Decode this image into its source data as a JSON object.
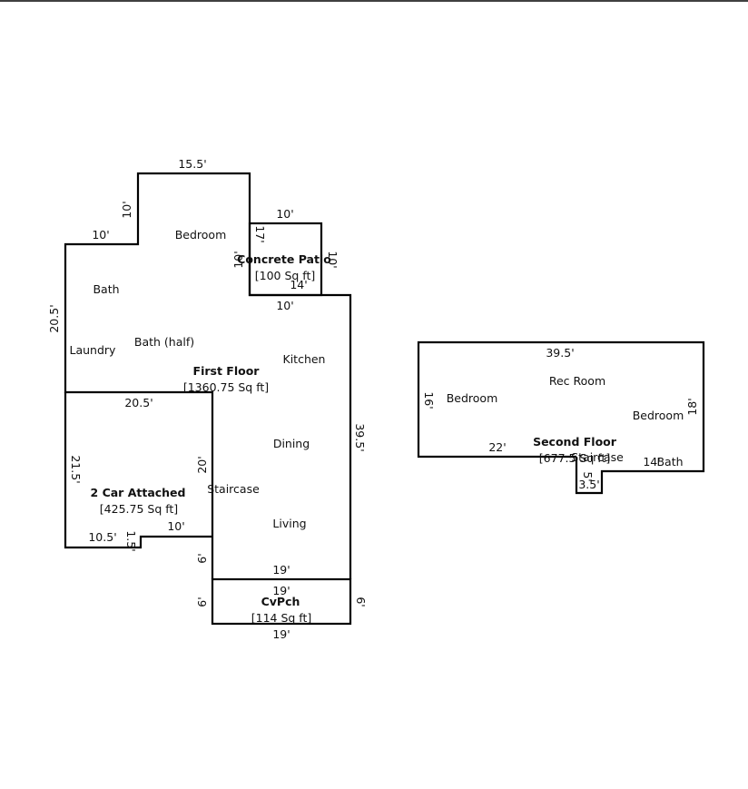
{
  "floors": {
    "first": {
      "title": "First Floor",
      "area": "[1360.75 Sq ft]",
      "rooms": {
        "bedroom": "Bedroom",
        "bath": "Bath",
        "bath_half": "Bath (half)",
        "laundry": "Laundry",
        "kitchen": "Kitchen",
        "dining": "Dining",
        "staircase": "Staircase",
        "living": "Living"
      },
      "dims": {
        "top": "15.5'",
        "upper_left_vertical": "10'",
        "left_step": "10'",
        "left_side": "20.5'",
        "right_side": "39.5'",
        "inner_top": "10'",
        "bottom": "19'",
        "patio_right_14": "14'"
      }
    },
    "patio": {
      "title": "Concrete Patio",
      "area": "[100 Sq ft]",
      "dims": {
        "top": "10'",
        "left": "10'",
        "right": "10'",
        "left_17": "17'"
      }
    },
    "garage": {
      "title": "2 Car Attached",
      "area": "[425.75 Sq ft]",
      "dims": {
        "top": "20.5'",
        "left": "21.5'",
        "right": "20'",
        "bottom_left": "10.5'",
        "notch_vertical": "1.5'",
        "notch_top": "10'",
        "lower_right": "6'"
      }
    },
    "porch": {
      "title": "CvPch",
      "area": "[114 Sq ft]",
      "dims": {
        "top": "19'",
        "inner_top": "19'",
        "bottom": "19'",
        "left": "6'",
        "right": "6'"
      }
    },
    "second": {
      "title": "Second Floor",
      "area": "[677.5 Sq ft]",
      "rooms": {
        "rec_room": "Rec Room",
        "bedroom_left": "Bedroom",
        "bedroom_right": "Bedroom",
        "staircase": "Staircase",
        "bath": "Bath"
      },
      "dims": {
        "top": "39.5'",
        "left": "16'",
        "right": "18'",
        "bottom": "22'",
        "bath_width": "14'",
        "notch_bottom": "3.5'",
        "notch_side": "5'"
      }
    }
  }
}
